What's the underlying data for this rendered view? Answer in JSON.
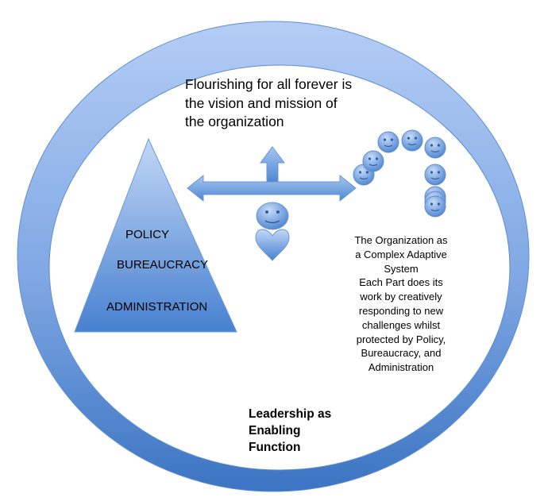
{
  "vision": {
    "lines": [
      "Flourishing for all forever is",
      "the vision and mission of",
      "the organization"
    ]
  },
  "pyramid": {
    "policy": "POLICY",
    "bureaucracy": "BUREAUCRACY",
    "administration": "ADMINISTRATION"
  },
  "organization": {
    "lines": [
      "The Organization as",
      "a Complex Adaptive",
      "System",
      "Each Part does its",
      "work by creatively",
      "responding to new",
      "challenges whilst",
      "protected by Policy,",
      "Bureaucracy, and",
      "Administration"
    ]
  },
  "leadership": {
    "lines": [
      "Leadership as",
      "Enabling",
      "Function"
    ]
  },
  "colors": {
    "ring_light": "#a9c4f2",
    "ring_dark": "#3f78c4",
    "shape_light": "#b9d0f5",
    "shape_dark": "#4a83d1"
  },
  "icons": [
    "smiley-face-icon",
    "heart-icon",
    "double-arrow-icon",
    "up-arrow-icon"
  ]
}
